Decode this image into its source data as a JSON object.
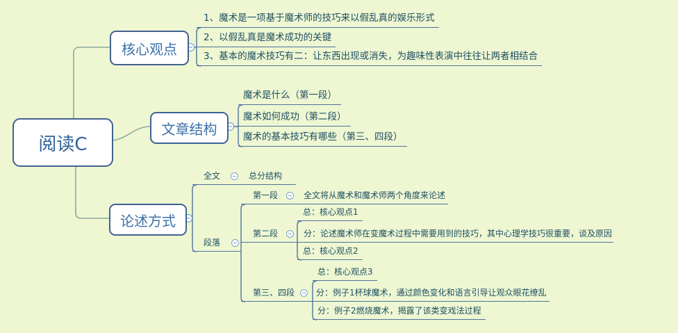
{
  "app": "mind-map",
  "icons": {
    "collapse": "minus-circle"
  },
  "colors": {
    "background": "#eef7d2",
    "node_border": "#3f6191",
    "topic_text": "#3a70a8",
    "leaf_text": "#1e4e63",
    "tree_line": "#4e729b",
    "root_connector": "#8ca79f",
    "collapse_icon": "#7ba3c9"
  },
  "root": {
    "label": "阅读C"
  },
  "branches": [
    {
      "label": "核心观点",
      "children": [
        {
          "text": "1、魔术是一项基于魔术师的技巧来以假乱真的娱乐形式"
        },
        {
          "text": "2、以假乱真是魔术成功的关键"
        },
        {
          "text": "3、基本的魔术技巧有二：让东西出现或消失，为趣味性表演中往往让两者相结合"
        }
      ]
    },
    {
      "label": "文章结构",
      "children": [
        {
          "text": "魔术是什么（第一段）"
        },
        {
          "text": "魔术如何成功（第二段）"
        },
        {
          "text": "魔术的基本技巧有哪些（第三、四段）"
        }
      ]
    },
    {
      "label": "论述方式",
      "children": [
        {
          "label": "全文",
          "children": [
            {
              "text": "总分结构"
            }
          ]
        },
        {
          "label": "段落",
          "children": [
            {
              "label": "第一段",
              "children": [
                {
                  "text": "全文将从魔术和魔术师两个角度来论述"
                }
              ]
            },
            {
              "label": "第二段",
              "children": [
                {
                  "text": "总：核心观点1"
                },
                {
                  "text": "分：论述魔术师在变魔术过程中需要用到的技巧，其中心理学技巧很重要，谈及原因"
                },
                {
                  "text": "总：核心观点2"
                }
              ]
            },
            {
              "label": "第三、四段",
              "children": [
                {
                  "text": "总：核心观点3"
                },
                {
                  "text": "分：例子1杯球魔术，通过颜色变化和语言引导让观众眼花缭乱"
                },
                {
                  "text": "分：例子2燃烧魔术，揭露了该类变戏法过程"
                }
              ]
            }
          ]
        }
      ]
    }
  ]
}
